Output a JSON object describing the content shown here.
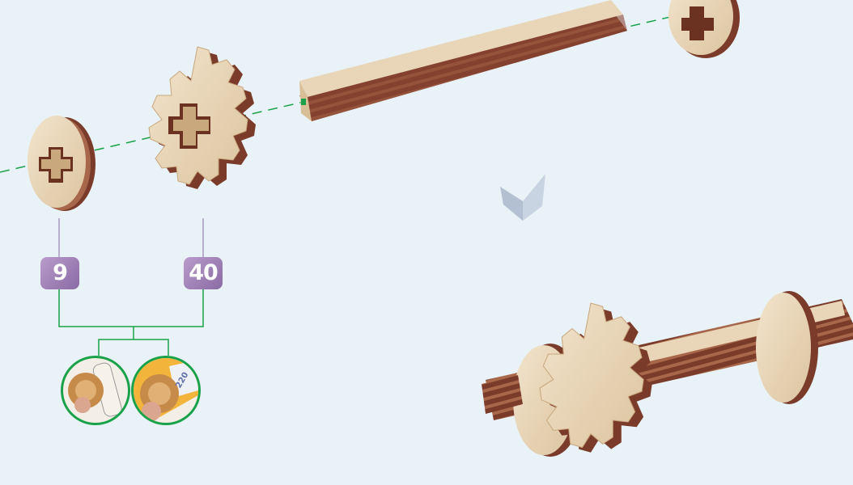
{
  "parts": [
    {
      "number": "9",
      "label_color": "#9b7db5"
    },
    {
      "number": "40",
      "label_color": "#9b7db5"
    }
  ],
  "tips": {
    "sandpaper_grade": "220"
  },
  "colors": {
    "background": "#e8f2f7",
    "wood_light": "#e9d6b8",
    "wood_dark": "#7a3b2a",
    "guide_line": "#1aa24a",
    "bracket_line": "#1aa24a",
    "arrow": "#c9d4e3"
  },
  "icons": [
    "down-arrow-icon",
    "sanding-tip-icon",
    "sandpaper-tip-icon"
  ]
}
